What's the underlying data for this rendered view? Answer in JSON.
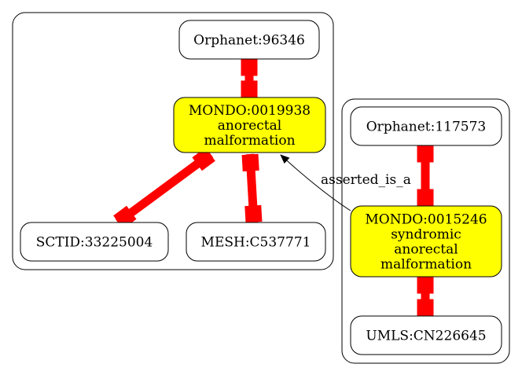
{
  "colors": {
    "highlight_fill": "#ffff00",
    "node_fill": "#ffffff",
    "stroke": "#000000",
    "xref_edge": "#ff0000"
  },
  "clusters": [
    {
      "id": "cluster_left"
    },
    {
      "id": "cluster_right"
    }
  ],
  "nodes": [
    {
      "id": "orphanet_96346",
      "lines": [
        "Orphanet:96346"
      ],
      "highlight": false
    },
    {
      "id": "mondo_0019938",
      "lines": [
        "MONDO:0019938",
        "anorectal",
        "malformation"
      ],
      "highlight": true
    },
    {
      "id": "sctid_33225004",
      "lines": [
        "SCTID:33225004"
      ],
      "highlight": false
    },
    {
      "id": "mesh_c537771",
      "lines": [
        "MESH:C537771"
      ],
      "highlight": false
    },
    {
      "id": "orphanet_117573",
      "lines": [
        "Orphanet:117573"
      ],
      "highlight": false
    },
    {
      "id": "mondo_0015246",
      "lines": [
        "MONDO:0015246",
        "syndromic",
        "anorectal",
        "malformation"
      ],
      "highlight": true
    },
    {
      "id": "umls_cn226645",
      "lines": [
        "UMLS:CN226645"
      ],
      "highlight": false
    }
  ],
  "edges": [
    {
      "id": "e1",
      "from": "orphanet_96346",
      "to": "mondo_0019938",
      "kind": "xref"
    },
    {
      "id": "e2",
      "from": "mondo_0019938",
      "to": "sctid_33225004",
      "kind": "xref"
    },
    {
      "id": "e3",
      "from": "mondo_0019938",
      "to": "mesh_c537771",
      "kind": "xref"
    },
    {
      "id": "e4",
      "from": "orphanet_117573",
      "to": "mondo_0015246",
      "kind": "xref"
    },
    {
      "id": "e5",
      "from": "mondo_0015246",
      "to": "umls_cn226645",
      "kind": "xref"
    },
    {
      "id": "e6",
      "from": "mondo_0015246",
      "to": "mondo_0019938",
      "kind": "subclass",
      "label": "asserted_is_a"
    }
  ]
}
